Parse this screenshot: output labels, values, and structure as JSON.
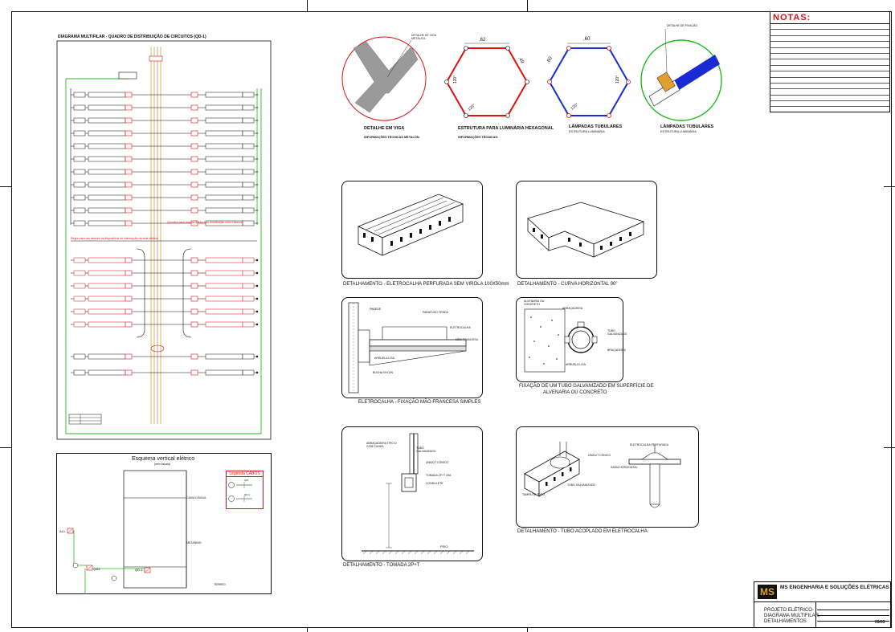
{
  "multifilar": {
    "title": "DIAGRAMA MULTIFILAR - QUADRO DE DISTRIBUIÇÃO DE CIRCUITOS (QD-1)",
    "red_note_1": "Circuitos para reserva & futura ou distribuição como reserva",
    "red_note_2": "Regra para uso através os dispositivos de interrupção da rede elétrica"
  },
  "esquema": {
    "title": "Esquema vertical elétrico",
    "subtitle": "(sem escala)",
    "label_caixa": "CAIXA D'ÁGUA",
    "label_mezanino": "MEZANINO",
    "label_terreo": "TÉRREO",
    "label_al1": "AL1",
    "label_qm1": "QM1",
    "label_qd1": "QD-1",
    "legend_title": "Legenda CABOS",
    "legend_1": "QM",
    "legend_2": "QD-1"
  },
  "top_details": [
    {
      "caption": "DETALHE EM VIGA",
      "sub": "INFORMAÇÕES TÉCNICAS METALON:"
    },
    {
      "caption": "ESTRUTURA PARA LUMINÁRIA HEXAGONAL",
      "sub": "INFORMAÇÕES TÉCNICAS:"
    },
    {
      "caption": "LÂMPADAS TUBULARES",
      "sub": "ESTRUTURA LUMINÁRIA"
    },
    {
      "caption": "LÂMPADAS TUBULARES",
      "sub": "ESTRUTURA LUMINÁRIA"
    }
  ],
  "hex_dims": {
    "h1_top": ",62",
    "h1_side": ",49",
    "h1_left": "120°",
    "h1_bottom": "120°",
    "h2_top": ",60",
    "h2_side": ",60",
    "h2_right": "120°",
    "h2_bottom": "120°"
  },
  "beam_label": "DETALHE DE VIGA METÁLICA",
  "tube_label": "DETALHE DE FIXAÇÃO",
  "panels": {
    "eletrocalha": "DETALHAMENTO - ELETROCALHA PERFURADA SEM VIROLA 100X50mm",
    "curva": "DETALHAMENTO - CURVA HORIZONTAL 90°",
    "mao_francesa": "ELETROCALHA - FIXAÇÃO MÃO FRANCESA SIMPLES",
    "fixacao_tubo_1": "FIXAÇÃO DE UM TUBO GALVANIZADO EM SUPERFÍCIE DE",
    "fixacao_tubo_2": "ALVENARIA OU CONCRETO",
    "tomada": "DETALHAMENTO - TOMADA 2P+T",
    "tubo_acoplado": "DETALHAMENTO - TUBO ACOPLADO EM ELETROCALHA"
  },
  "mf_labels": {
    "parede": "PAREDE",
    "parafuso": "PARAFUSO FENDA",
    "eletrocalha": "ELETROCALHA",
    "mao_francesa": "MÃO FRANCESA",
    "arruela": "ARRUELA LISA",
    "bucha": "BUCHA NYLON"
  },
  "ft_labels": {
    "alvenaria": "ALVENARIA OU CONCRETO",
    "abracadeira": "ABRAÇADEIRA",
    "tubo": "TUBO GALVANIZADO",
    "braçadeira": "BRAÇADEIRA",
    "arruela": "ARRUELA LISA"
  },
  "tomada_labels": {
    "abracadeira": "ABRAÇADEIRA TIPO D COM CUNHA",
    "tubo": "TUBO GALVANIZADO",
    "unidut": "UNIDUT CÔNICO",
    "tomada": "TOMADA 2P+T 20A",
    "condulete": "CONDULETE",
    "piso": "PISO"
  },
  "ta_labels": {
    "eletrocalha": "ELETROCALHA PERFURADA",
    "unidut": "UNIDUT CÔNICO",
    "saida": "SAÍDA HORIZONTAL",
    "tubo": "TUBO GALVANIZADO",
    "tampa": "TAMPA DE TOPO"
  },
  "notes": {
    "title": "NOTAS:",
    "count": 14
  },
  "title_block": {
    "logo": "MS",
    "company": "MS ENGENHARIA E SOLUÇÕES ELÉTRICAS",
    "project": "PROJETO ELÉTRICO-",
    "project_2": "DIAGRAMA MULTIFILAR,",
    "project_3": "DETALHAMENTOS",
    "sheet": "03/03"
  },
  "colors": {
    "red": "#dd1111",
    "blue": "#1a2bd6",
    "green": "#22bb22",
    "gray": "#9a9a9a",
    "orange": "#e0a030"
  }
}
